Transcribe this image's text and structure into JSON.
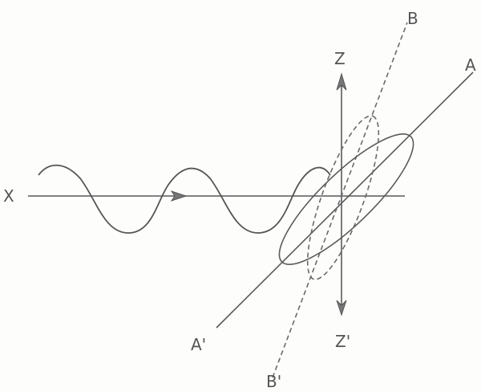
{
  "diagram": {
    "labels": {
      "x": "X",
      "z": "Z",
      "z_prime": "Z'",
      "a": "A",
      "a_prime": "A'",
      "b": "B",
      "b_prime": "B'"
    },
    "stroke_color": "#5a5a5a",
    "background_color": "#fdfdfb"
  }
}
